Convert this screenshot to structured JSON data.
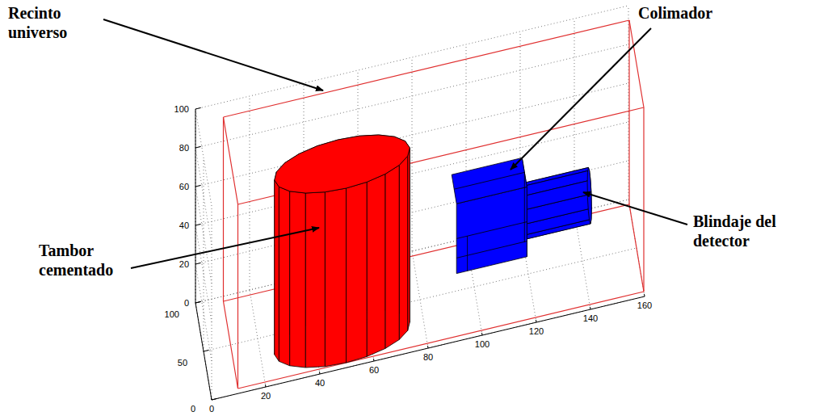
{
  "diagram": {
    "labels": [
      "Recinto universo",
      "Colimador",
      "Tambor cementado",
      "Blindaje del detector",
      "100",
      "80",
      "60",
      "40",
      "20",
      "0",
      "100",
      "50",
      "0",
      "0",
      "20",
      "40",
      "60",
      "80",
      "100",
      "120",
      "140",
      "160"
    ]
  }
}
